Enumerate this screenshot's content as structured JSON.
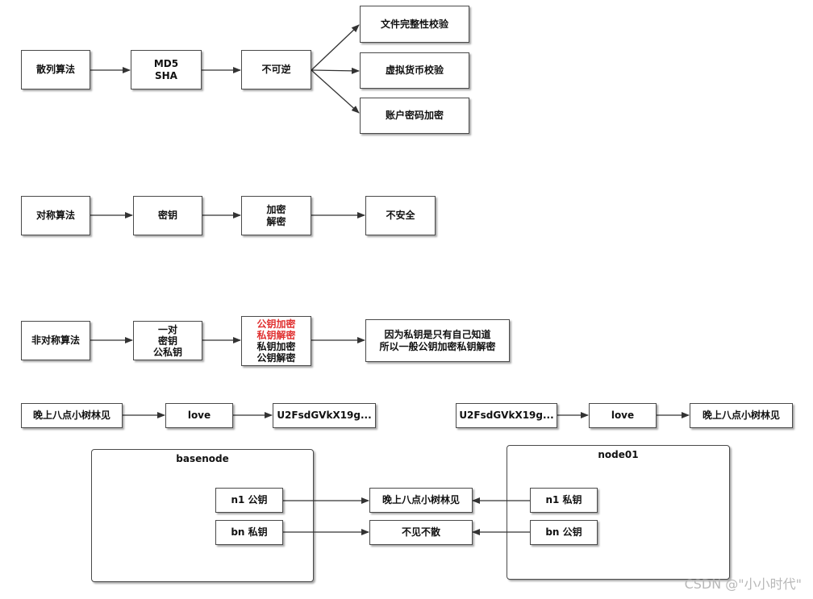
{
  "hash_row": {
    "algorithm": "散列算法",
    "md5": "MD5",
    "sha": "SHA",
    "property": "不可逆",
    "uses": [
      "文件完整性校验",
      "虚拟货币校验",
      "账户密码加密"
    ]
  },
  "symmetric_row": {
    "algorithm": "对称算法",
    "key": "密钥",
    "op1": "加密",
    "op2": "解密",
    "result": "不安全"
  },
  "asymmetric_row": {
    "algorithm": "非对称算法",
    "pair_lines": [
      "一对",
      "密钥",
      "公私钥"
    ],
    "ops": [
      "公钥加密",
      "私钥解密",
      "私钥加密",
      "公钥解密"
    ],
    "reason_lines": [
      "因为私钥是只有自己知道",
      "所以一般公钥加密私钥解密"
    ]
  },
  "example_left": {
    "plaintext": "晚上八点小树林见",
    "key": "love",
    "ciphertext": "U2FsdGVkX19g..."
  },
  "example_right": {
    "ciphertext": "U2FsdGVkX19g...",
    "key": "love",
    "plaintext": "晚上八点小树林见"
  },
  "nodes": {
    "left_title": "basenode",
    "left_items": [
      "n1 公钥",
      "bn 私钥"
    ],
    "right_title": "node01",
    "right_items": [
      "n1 私钥",
      "bn 公钥"
    ],
    "middle_items": [
      "晚上八点小树林见",
      "不见不散"
    ]
  },
  "watermark": "CSDN @\"小小时代\"",
  "colors": {
    "highlight": "#e03030",
    "stroke": "#333333"
  }
}
